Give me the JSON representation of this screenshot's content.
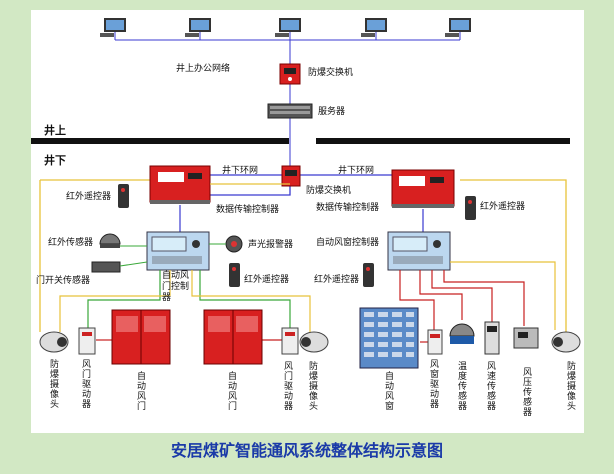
{
  "labels": {
    "office_network": "井上办公网络",
    "switch_top": "防爆交换机",
    "server": "服务器",
    "surface": "井上",
    "underground": "井下",
    "ring_left": "井下环网",
    "ring_right": "井下环网",
    "switch_mid": "防爆交换机",
    "dtc_left": "数据传输控制器",
    "dtc_right": "数据传输控制器",
    "remote_1": "红外遥控器",
    "remote_2": "红外遥控器",
    "remote_3": "红外遥控器",
    "remote_4": "红外遥控器",
    "ir_sensor": "红外传感器",
    "door_sensor": "门开关传感器",
    "alarm": "声光报警器",
    "auto_door_ctrl": "自动风门控制器",
    "auto_window_ctrl": "自动风窗控制器",
    "cam_1": "防爆摄像头",
    "drv_1": "风门驱动器",
    "door_1": "自动风门",
    "door_2": "自动风门",
    "drv_2": "风门驱动器",
    "cam_2": "防爆摄像头",
    "window": "自动风窗",
    "win_drv": "风窗驱动器",
    "temp": "温度传感器",
    "wind_speed": "风速传感器",
    "wind_press": "风压传感器",
    "cam_3": "防爆摄像头"
  },
  "caption": "安居煤矿智能通风系统整体结构示意图",
  "colors": {
    "background": "#d2e8c4",
    "caption": "#1a3aa8",
    "network_line": "#3a3ad0",
    "yellow_line": "#e8c23a",
    "red_line": "#c82020",
    "green_line": "#3aa83a",
    "device_red": "#d82020"
  }
}
